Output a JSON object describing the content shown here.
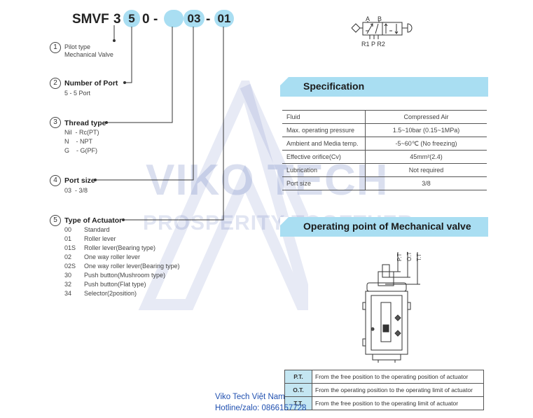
{
  "watermark": {
    "brand": "VIKO TECH",
    "slogan": "PROSPERITY TOGETHER"
  },
  "model_code": {
    "prefix": "SMVF",
    "seg1": "3",
    "seg2": "5",
    "seg3": "0",
    "dash1": "-",
    "seg4": "",
    "dash2": "-",
    "seg5": "03",
    "dash3": "-",
    "seg6": "01"
  },
  "callouts": [
    {
      "num": "1",
      "title": "Pilot type",
      "lines": [
        "Mechanical Valve"
      ]
    },
    {
      "num": "2",
      "title": "Number of Port",
      "lines": [
        "5 - 5 Port"
      ]
    },
    {
      "num": "3",
      "title": "Thread type",
      "lines": [
        "Nil  - Rc(PT)",
        "N    - NPT",
        "G    - G(PF)"
      ]
    },
    {
      "num": "4",
      "title": "Port size",
      "lines": [
        "03  - 3/8"
      ]
    },
    {
      "num": "5",
      "title": "Type of Actuator"
    }
  ],
  "actuators": [
    {
      "code": "00",
      "desc": "Standard"
    },
    {
      "code": "01",
      "desc": "Roller lever"
    },
    {
      "code": "01S",
      "desc": "Roller lever(Bearing type)"
    },
    {
      "code": "02",
      "desc": "One way roller lever"
    },
    {
      "code": "02S",
      "desc": "One way roller lever(Bearing type)"
    },
    {
      "code": "30",
      "desc": "Push button(Mushroom type)"
    },
    {
      "code": "32",
      "desc": "Push button(Flat type)"
    },
    {
      "code": "34",
      "desc": "Selector(2position)"
    }
  ],
  "symbol": {
    "label_a": "A",
    "label_b": "B",
    "label_bottom": "R1 P R2"
  },
  "specification": {
    "title": "Specification",
    "rows": [
      {
        "key": "Fluid",
        "value": "Compressed Air"
      },
      {
        "key": "Max. operating pressure",
        "value": "1.5~10bar (0.15~1MPa)"
      },
      {
        "key": "Ambient and Media temp.",
        "value": "-5~60℃ (No freezing)"
      },
      {
        "key": "Effective orifice(Cv)",
        "value": "45mm²(2.4)"
      },
      {
        "key": "Lubrication",
        "value": "Not required"
      },
      {
        "key": "Port size",
        "value": "3/8"
      }
    ]
  },
  "operating_point": {
    "title": "Operating point of Mechanical valve",
    "dim_labels": [
      "P.T",
      "O.T",
      "T.T"
    ],
    "rows": [
      {
        "key": "P.T.",
        "desc": "From the free position to the operating position of actuator"
      },
      {
        "key": "O.T.",
        "desc": "From the operating position to the operating limit of actuator"
      },
      {
        "key": "T.T.",
        "desc": "From the free position to the operating limit of actuator"
      }
    ]
  },
  "footer": {
    "company": "Viko Tech Việt Nam",
    "hotline": "Hotline/zalo: 0866157728"
  },
  "colors": {
    "accent": "#a9def2",
    "watermark": "#465faf",
    "footer_text": "#2050b0"
  }
}
